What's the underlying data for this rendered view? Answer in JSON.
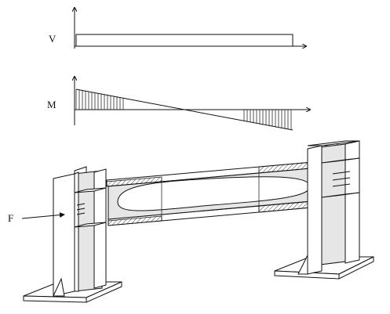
{
  "diagram": {
    "shear_label": "V",
    "moment_label": "M",
    "force_label": "F"
  }
}
